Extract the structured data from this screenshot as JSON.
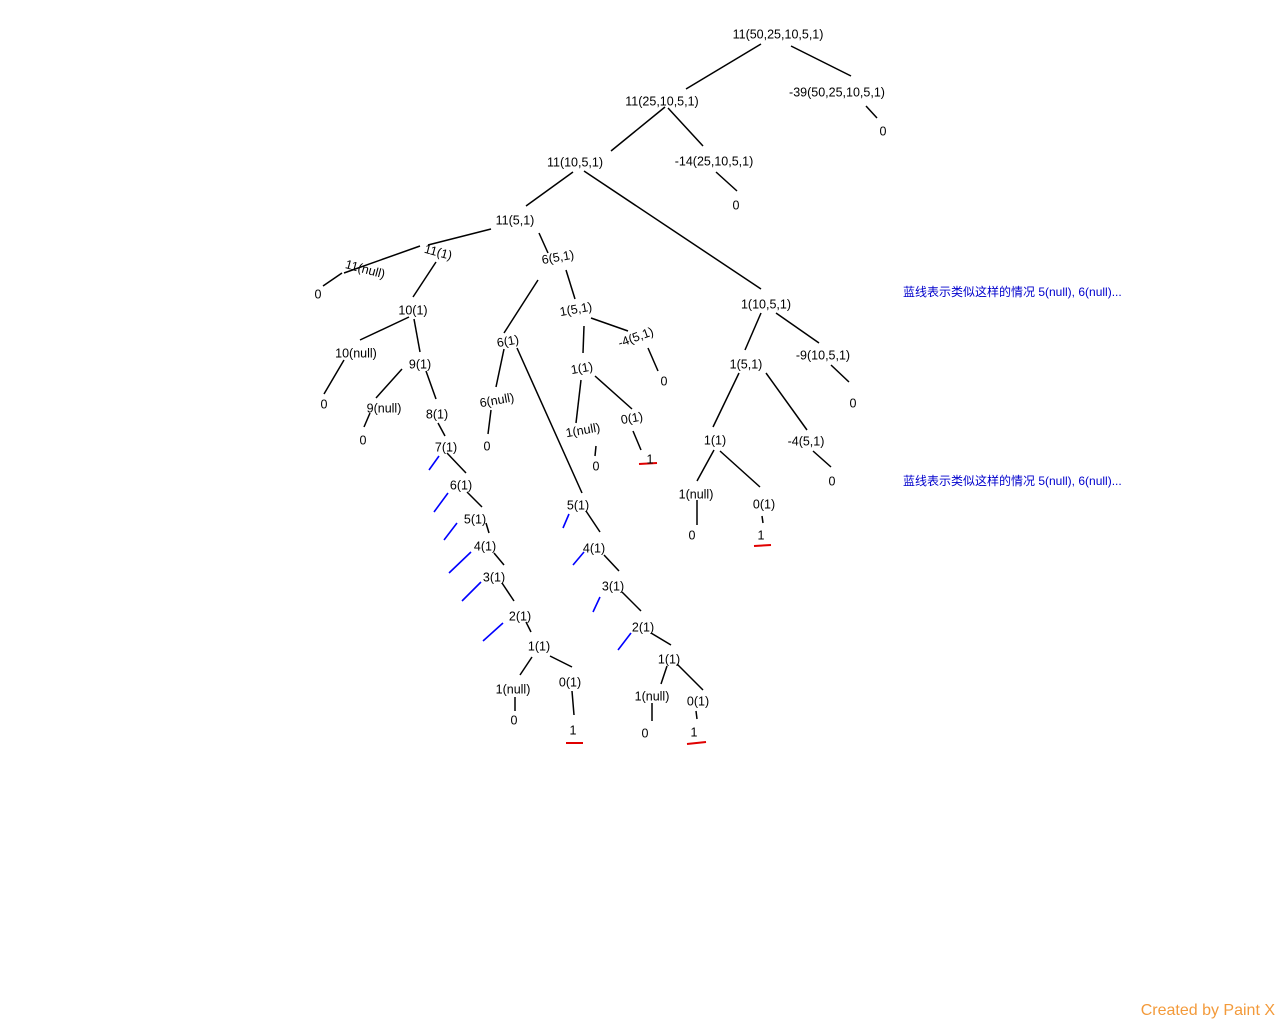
{
  "nodes": [
    {
      "id": "n0",
      "label": "11(50,25,10,5,1)"
    },
    {
      "id": "n1",
      "label": "11(25,10,5,1)"
    },
    {
      "id": "n2",
      "label": "-39(50,25,10,5,1)"
    },
    {
      "id": "n3",
      "label": "0"
    },
    {
      "id": "n4",
      "label": "11(10,5,1)"
    },
    {
      "id": "n5",
      "label": "-14(25,10,5,1)"
    },
    {
      "id": "n6",
      "label": "0"
    },
    {
      "id": "n7",
      "label": "11(5,1)"
    },
    {
      "id": "n8",
      "label": "1(10,5,1)"
    },
    {
      "id": "n9",
      "label": "11(1)"
    },
    {
      "id": "n10",
      "label": "6(5,1)"
    },
    {
      "id": "n11",
      "label": "11(null)"
    },
    {
      "id": "n12",
      "label": "0"
    },
    {
      "id": "n13",
      "label": "10(1)"
    },
    {
      "id": "n14",
      "label": "10(null)"
    },
    {
      "id": "n15",
      "label": "0"
    },
    {
      "id": "n16",
      "label": "9(1)"
    },
    {
      "id": "n17",
      "label": "9(null)"
    },
    {
      "id": "n18",
      "label": "0"
    },
    {
      "id": "n19",
      "label": "8(1)"
    },
    {
      "id": "n20",
      "label": "7(1)"
    },
    {
      "id": "n21",
      "label": "6(1)"
    },
    {
      "id": "n22",
      "label": "5(1)"
    },
    {
      "id": "n23",
      "label": "4(1)"
    },
    {
      "id": "n24",
      "label": "3(1)"
    },
    {
      "id": "n25",
      "label": "2(1)"
    },
    {
      "id": "n26",
      "label": "1(1)"
    },
    {
      "id": "n27",
      "label": "1(null)"
    },
    {
      "id": "n28",
      "label": "0"
    },
    {
      "id": "n29",
      "label": "0(1)"
    },
    {
      "id": "n30",
      "label": "1"
    },
    {
      "id": "n31",
      "label": "6(1)"
    },
    {
      "id": "n32",
      "label": "6(null)"
    },
    {
      "id": "n33",
      "label": "0"
    },
    {
      "id": "n34",
      "label": "5(1)"
    },
    {
      "id": "n35",
      "label": "4(1)"
    },
    {
      "id": "n36",
      "label": "3(1)"
    },
    {
      "id": "n37",
      "label": "2(1)"
    },
    {
      "id": "n38",
      "label": "1(1)"
    },
    {
      "id": "n39",
      "label": "1(null)"
    },
    {
      "id": "n40",
      "label": "0"
    },
    {
      "id": "n41",
      "label": "0(1)"
    },
    {
      "id": "n42",
      "label": "1"
    },
    {
      "id": "n43",
      "label": "1(5,1)"
    },
    {
      "id": "n44",
      "label": "-4(5,1)"
    },
    {
      "id": "n45",
      "label": "0"
    },
    {
      "id": "n46",
      "label": "1(1)"
    },
    {
      "id": "n47",
      "label": "1(null)"
    },
    {
      "id": "n48",
      "label": "0"
    },
    {
      "id": "n49",
      "label": "0(1)"
    },
    {
      "id": "n50",
      "label": "1"
    },
    {
      "id": "n51",
      "label": "1(5,1)"
    },
    {
      "id": "n52",
      "label": "-9(10,5,1)"
    },
    {
      "id": "n53",
      "label": "0"
    },
    {
      "id": "n54",
      "label": "1(1)"
    },
    {
      "id": "n55",
      "label": "-4(5,1)"
    },
    {
      "id": "n56",
      "label": "0"
    },
    {
      "id": "n57",
      "label": "1(null)"
    },
    {
      "id": "n58",
      "label": "0"
    },
    {
      "id": "n59",
      "label": "0(1)"
    },
    {
      "id": "n60",
      "label": "1"
    }
  ],
  "notes": [
    {
      "text": "蓝线表示类似这样的情况 5(null), 6(null)..."
    },
    {
      "text": "蓝线表示类似这样的情况 5(null), 6(null)..."
    }
  ],
  "watermark": "Created by Paint X",
  "colors": {
    "edge": "#000000",
    "null_branch_marker": "#0000ff",
    "success_marker": "#e00000",
    "note_text": "#0000cc",
    "watermark": "#f39a3a"
  }
}
